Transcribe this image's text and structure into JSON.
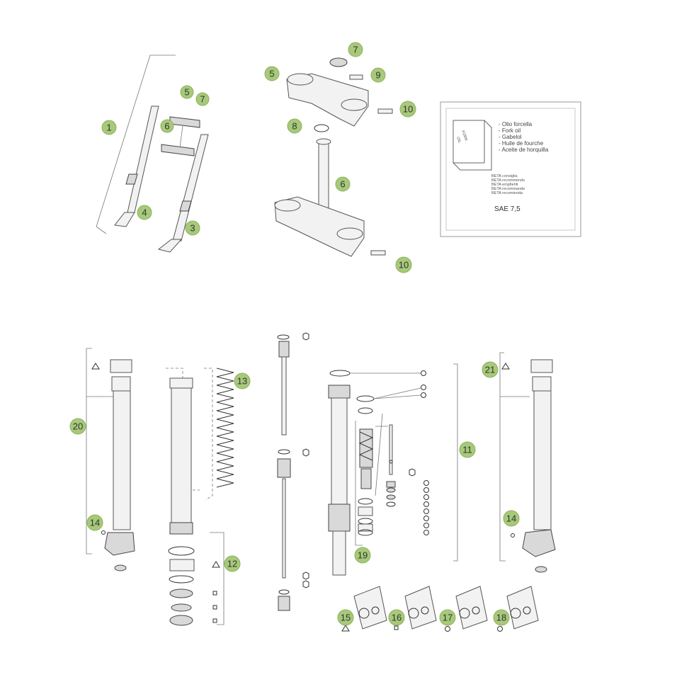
{
  "callouts": [
    {
      "n": "1"
    },
    {
      "n": "5"
    },
    {
      "n": "7"
    },
    {
      "n": "6"
    },
    {
      "n": "4"
    },
    {
      "n": "3"
    },
    {
      "n": "7"
    },
    {
      "n": "5"
    },
    {
      "n": "9"
    },
    {
      "n": "8"
    },
    {
      "n": "10"
    },
    {
      "n": "6"
    },
    {
      "n": "10"
    },
    {
      "n": "13"
    },
    {
      "n": "20"
    },
    {
      "n": "14"
    },
    {
      "n": "12"
    },
    {
      "n": "21"
    },
    {
      "n": "11"
    },
    {
      "n": "19"
    },
    {
      "n": "14"
    },
    {
      "n": "15"
    },
    {
      "n": "16"
    },
    {
      "n": "17"
    },
    {
      "n": "18"
    }
  ],
  "oil_box": {
    "can_label_1": "FORK",
    "can_label_2": "OIL",
    "lines": [
      "- Olio forcella",
      "- Fork oil",
      "- Gabelol",
      "- Huile de fourche",
      "- Aceite de horquilla"
    ],
    "recommend": [
      "BETA consiglia",
      "BETA recommends",
      "BETA empfiehlt",
      "BETA recommande",
      "BETA recomienda"
    ],
    "grade": "SAE 7,5"
  },
  "colors": {
    "callout_fill": "#a7c97a",
    "line": "#777777"
  }
}
